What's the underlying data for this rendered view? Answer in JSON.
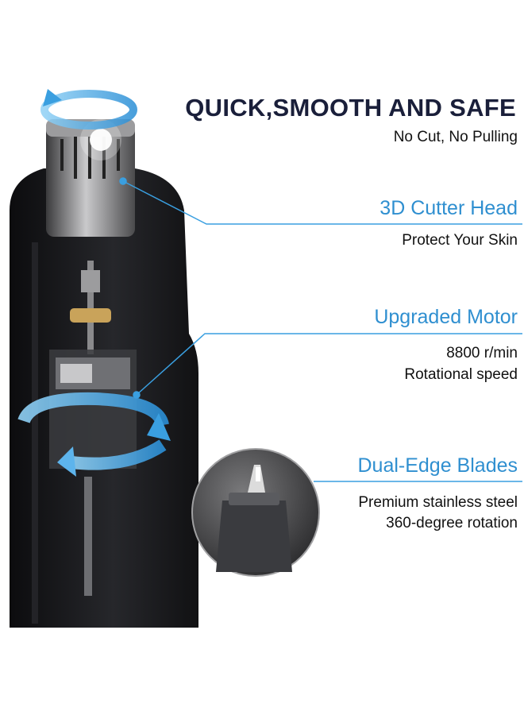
{
  "headline": {
    "title": "QUICK,SMOOTH AND SAFE",
    "subtitle": "No Cut, No Pulling"
  },
  "features": [
    {
      "title": "3D Cutter Head",
      "lines": [
        "Protect Your Skin"
      ]
    },
    {
      "title": "Upgraded Motor",
      "lines": [
        "8800 r/min",
        "Rotational speed"
      ]
    },
    {
      "title": "Dual-Edge Blades",
      "lines": [
        "Premium stainless steel",
        "360-degree rotation"
      ]
    }
  ],
  "colors": {
    "accent": "#2f8fd0",
    "headline": "#1a1f3a",
    "body": "#1b1b1d"
  },
  "icons": [
    "rotation-arrow-icon",
    "rotation-arrow-icon"
  ]
}
